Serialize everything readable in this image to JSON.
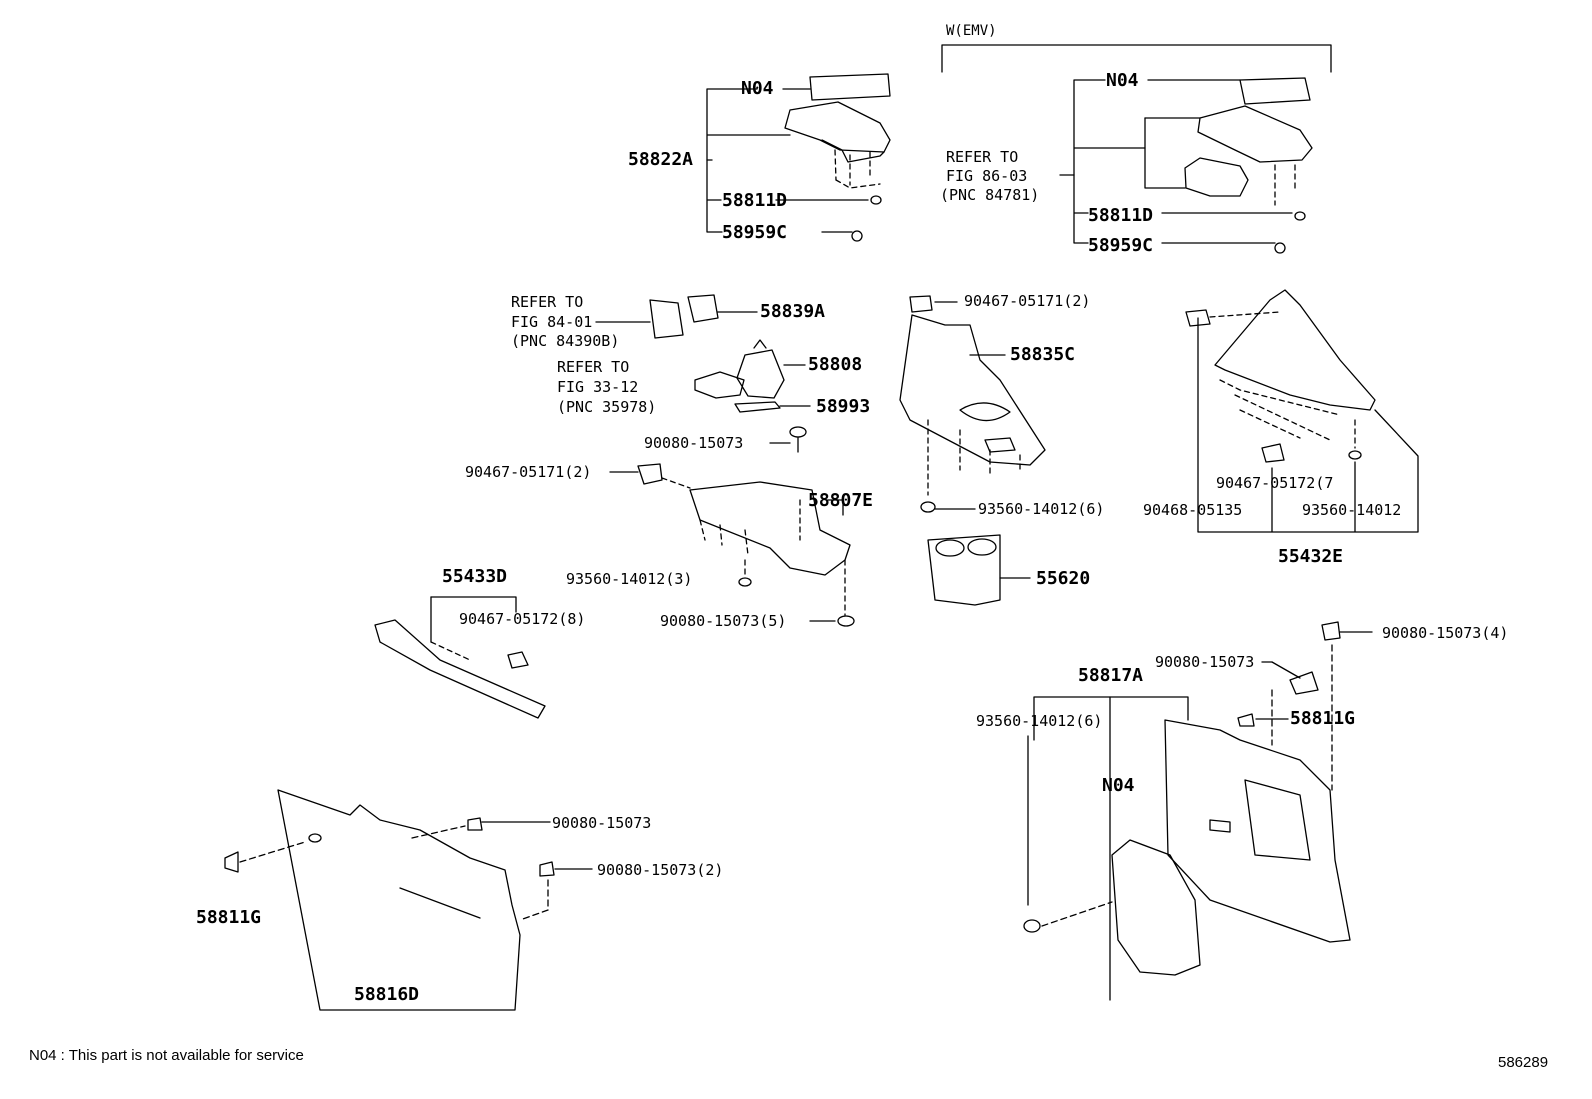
{
  "variant_label": "W(EMV)",
  "footnote": "N04 : This part is not available for service",
  "figure_number": "586289",
  "refs": {
    "fig86": [
      "REFER TO",
      "FIG 86-03",
      "(PNC 84781)"
    ],
    "fig84": [
      "REFER TO",
      "FIG 84-01",
      "(PNC 84390B)"
    ],
    "fig33": [
      "REFER TO",
      "FIG 33-12",
      "(PNC 35978)"
    ]
  },
  "parts": {
    "n04_a": "N04",
    "p58822A": "58822A",
    "p58811D_a": "58811D",
    "p58959C_a": "58959C",
    "n04_b": "N04",
    "p58811D_b": "58811D",
    "p58959C_b": "58959C",
    "p58839A": "58839A",
    "p58808": "58808",
    "p58993": "58993",
    "p90080_a": "90080-15073",
    "p90467_05171_a": "90467-05171(2)",
    "p58807E": "58807E",
    "p93560_a": "93560-14012(3)",
    "p90080_b": "90080-15073(5)",
    "p90467_05171_b": "90467-05171(2)",
    "p58835C": "58835C",
    "p93560_b": "93560-14012(6)",
    "p55620": "55620",
    "p90467_05172_a": "90467-05172(7",
    "p90468": "90468-05135",
    "p93560_c": "93560-14012",
    "p55432E": "55432E",
    "p55433D": "55433D",
    "p90467_05172_b": "90467-05172(8)",
    "p90080_c": "90080-15073(4)",
    "p90080_d": "90080-15073",
    "p58817A": "58817A",
    "p93560_d": "93560-14012(6)",
    "p58811G_a": "58811G",
    "n04_c": "N04",
    "p90080_e": "90080-15073",
    "p90080_f": "90080-15073(2)",
    "p58811G_b": "58811G",
    "p58816D": "58816D"
  }
}
